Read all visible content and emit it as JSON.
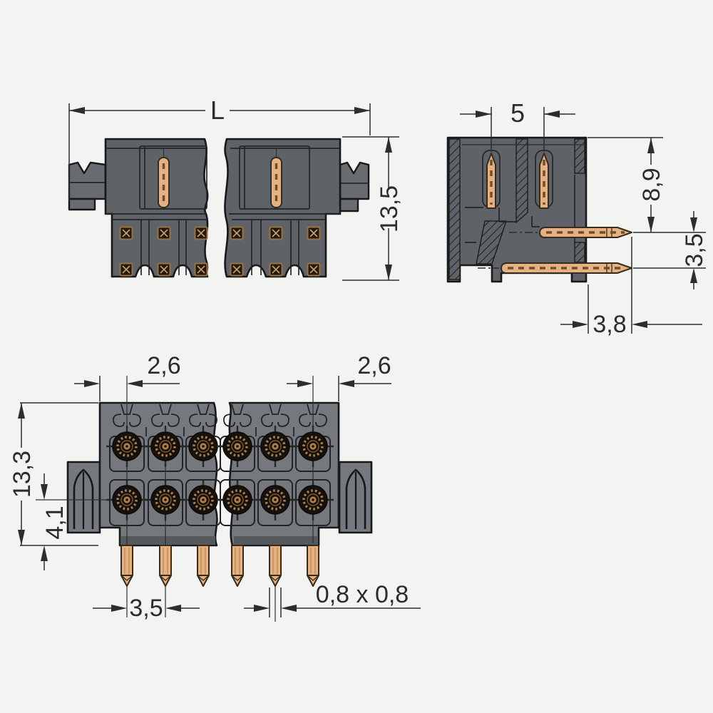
{
  "dimensions": {
    "side_view": {
      "length": "L",
      "height": "13,5"
    },
    "section_view": {
      "pin_spacing": "5",
      "depth_to_pin": "8,9",
      "pin_row_spacing": "3,5",
      "solder_pin_length": "3,8"
    },
    "top_view_left": {
      "edge_to_pin": "2,6",
      "total_depth": "13,3",
      "row_offset": "4,1",
      "pin_pitch": "3,5"
    },
    "top_view_right": {
      "edge_to_pin": "2,6",
      "pin_cross_section": "0,8 x 0,8"
    }
  },
  "colors": {
    "background": "#f3f4f2",
    "housing_dark": "#5f6266",
    "housing_light": "#75787c",
    "contact_copper": "#e6b182",
    "dimension_line": "#2b2d2f"
  }
}
